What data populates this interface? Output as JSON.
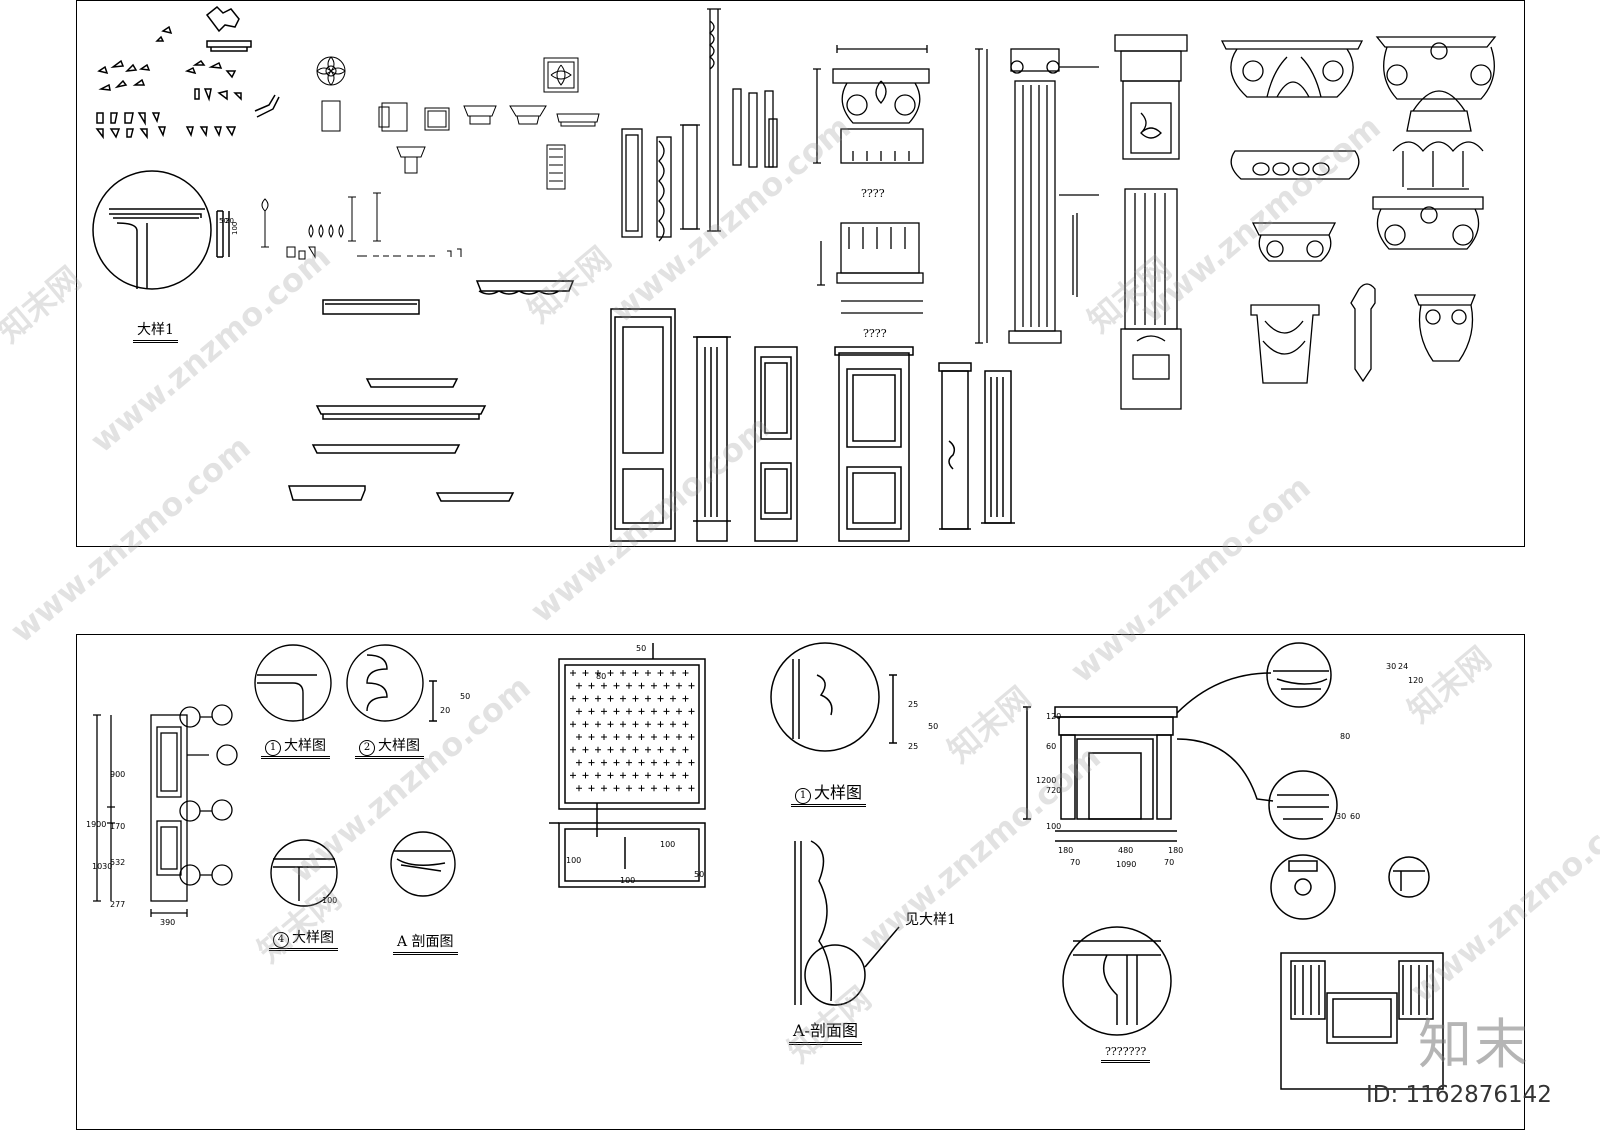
{
  "labels": {
    "detail_1_top": "大样1",
    "detail_1_bottom": "大样图",
    "detail_2": "大样图",
    "detail_4": "大样图",
    "section_a_small": "A 剖面图",
    "detail_1_mid": "大样图",
    "section_a_mid": "A-剖面图",
    "see_detail_1": "见大样1",
    "question_marks": "???????",
    "question_marks_short": "????"
  },
  "circle_numbers": {
    "one": "1",
    "two": "2",
    "four": "4"
  },
  "dimensions": {
    "panel_grid": [
      "50",
      "80",
      "100",
      "100",
      "50",
      "100"
    ],
    "fireplace_h": [
      "120",
      "60",
      "1200",
      "720",
      "100"
    ],
    "fireplace_w": [
      "180",
      "480",
      "180",
      "70",
      "1090",
      "70"
    ],
    "mantel_detail": [
      "30",
      "24",
      "120",
      "80"
    ],
    "side_detail": [
      "30",
      "60"
    ],
    "mid_detail": [
      "25",
      "50",
      "25"
    ],
    "left_elev": [
      "900",
      "1900",
      "170",
      "1030",
      "532",
      "277",
      "390"
    ],
    "small_detail": [
      "50",
      "20",
      "100"
    ]
  },
  "watermarks": {
    "cn": "知末网",
    "site": "www.znzmo.com"
  },
  "brand": {
    "logo": "知末",
    "id": "ID: 1162876142"
  }
}
